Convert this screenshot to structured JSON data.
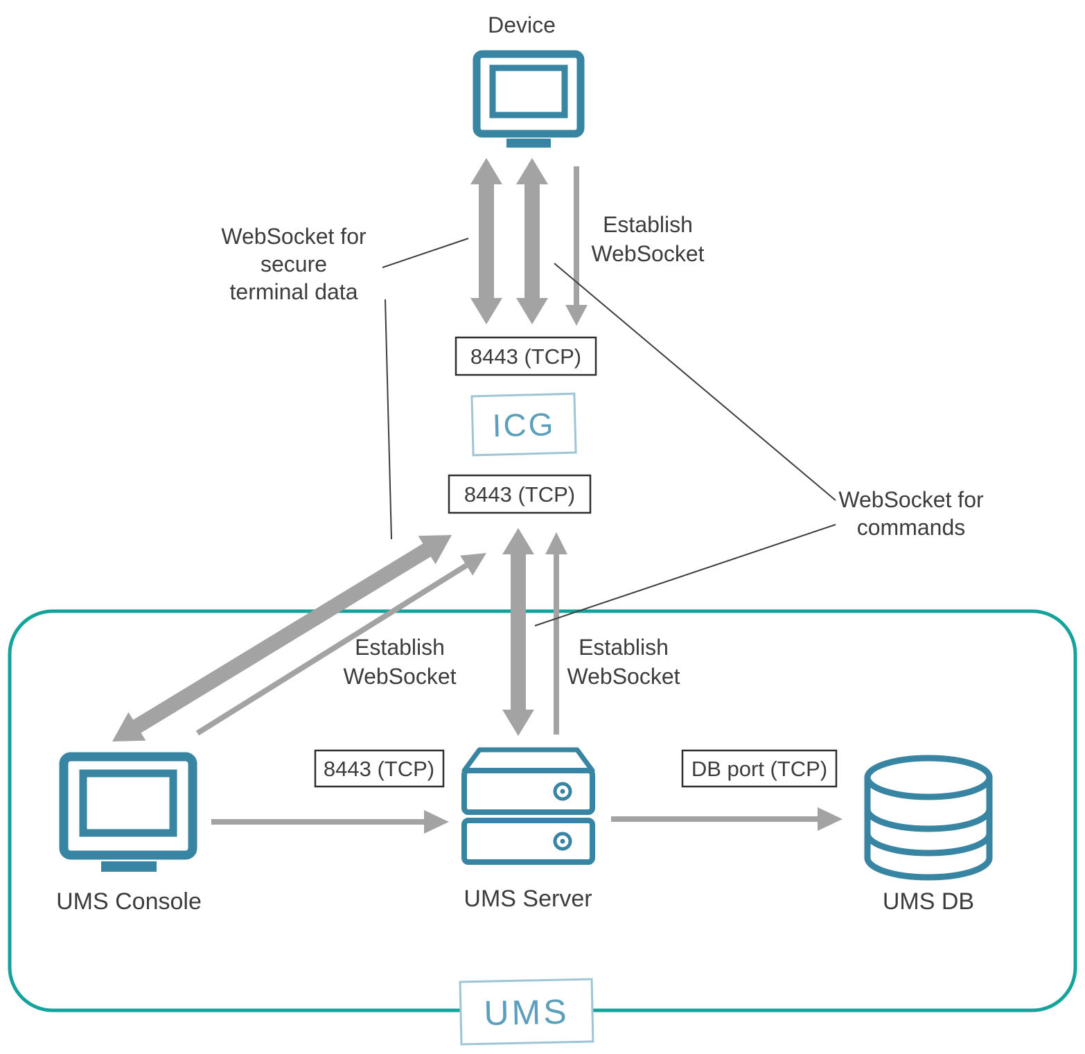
{
  "colors": {
    "icon_teal": "#3884a3",
    "zone_label_teal": "#5b9fbd",
    "zone_box_border": "#9ec5d6",
    "boundary_teal": "#14a39a",
    "arrow_gray": "#a3a3a3",
    "text_dark": "#3c3c3c",
    "port_box_border": "#2e2e2e",
    "background": "#ffffff"
  },
  "nodes": {
    "device": "Device",
    "icg": "ICG",
    "ums_console": "UMS Console",
    "ums_server": "UMS Server",
    "ums_db": "UMS DB",
    "ums_zone": "UMS"
  },
  "ports": {
    "device_icg": "8443 (TCP)",
    "ums_icg": "8443 (TCP)",
    "console_server": "8443 (TCP)",
    "server_db": "DB port (TCP)"
  },
  "annotations": {
    "ws_secure_terminal": {
      "line1": "WebSocket for",
      "line2": "secure",
      "line3": "terminal data"
    },
    "establish_ws_device": {
      "line1": "Establish",
      "line2": "WebSocket"
    },
    "establish_ws_console": {
      "line1": "Establish",
      "line2": "WebSocket"
    },
    "establish_ws_server": {
      "line1": "Establish",
      "line2": "WebSocket"
    },
    "ws_commands": {
      "line1": "WebSocket for",
      "line2": "commands"
    }
  }
}
